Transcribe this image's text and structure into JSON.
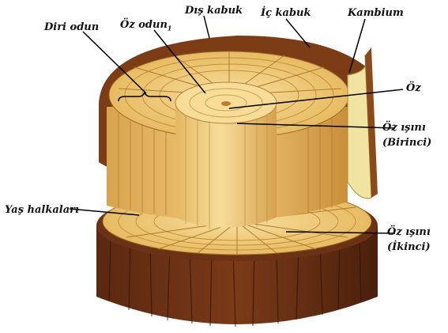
{
  "labels": {
    "diri_odun": "Diri odun",
    "oz_odun": "Öz odun",
    "oz_odun_sub": "1",
    "dis_kabuk": "Dış kabuk",
    "ic_kabuk": "İç kabuk",
    "kambium": "Kambium",
    "oz": "Öz",
    "oz_isini_1_line1": "Öz ışını",
    "oz_isini_1_line2": "(Birinci)",
    "yas_halkalari": "Yaş halkaları",
    "oz_isini_2_line1": "Öz ışını",
    "oz_isini_2_line2": "(İkinci)"
  },
  "colors": {
    "bark": "#6b3216",
    "bark_dark": "#3d1a0a",
    "wood_light": "#f5d98c",
    "wood": "#e9bf62",
    "wood_dark": "#c98f3a",
    "cambium": "#f3e6a8",
    "line": "#000000"
  }
}
